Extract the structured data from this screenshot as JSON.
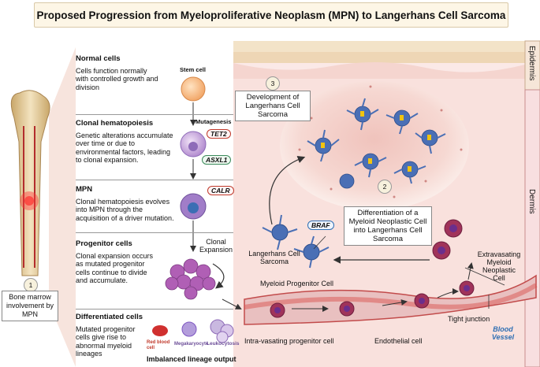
{
  "title": "Proposed Progression from Myeloproliferative Neoplasm (MPN)  to Langerhans Cell Sarcoma",
  "stages": [
    {
      "heading": "Normal cells",
      "text": "Cells function normally with controlled growth and division"
    },
    {
      "heading": "Clonal hematopoiesis",
      "text": "Genetic alterations accumulate over time or due to environmental factors, leading to clonal expansion."
    },
    {
      "heading": "MPN",
      "text": "Clonal hematopoiesis evolves into MPN through the acquisition of a driver mutation."
    },
    {
      "heading": "Progenitor cells",
      "text": "Clonal expansion occurs as mutated progenitor cells continue to divide and accumulate."
    },
    {
      "heading": "Differentiated cells",
      "text": "Mutated progenitor cells give rise to abnormal myeloid lineages"
    }
  ],
  "labels": {
    "stem_cell": "Stem cell",
    "mutagenesis": "Mutagenesis",
    "tet2": "TET2",
    "asxl1": "ASXL1",
    "calr": "CALR",
    "braf": "BRAF",
    "clonal_expansion": "Clonal Expansion",
    "red_blood_cell": "Red blood cell",
    "megakaryocyte": "Megakaryocyte",
    "leukocytosis": "Leukocytosis",
    "imbalanced": "Imbalanced lineage output",
    "epidermis": "Epidermis",
    "dermis": "Dermis",
    "langerhans_sarcoma": "Langerhans Cell Sarcoma",
    "myeloid_progenitor": "Myeloid Progenitor Cell",
    "intravasating": "Intra-vasating progenitor cell",
    "endothelial": "Endothelial cell",
    "tight_junction": "Tight junction",
    "blood_vessel": "Blood Vessel",
    "extravasating": "Extravasating Myeloid Neoplastic Cell"
  },
  "steps": [
    {
      "number": "1",
      "text": "Bone marrow involvement by MPN"
    },
    {
      "number": "2",
      "text": "Differentiation of a Myeloid Neoplastic Cell into Langerhans Cell Sarcoma"
    },
    {
      "number": "3",
      "text": "Development of Langerhans Cell Sarcoma"
    }
  ],
  "colors": {
    "title_bg": "#fdf6e6",
    "skin_pink": "#f6d7d3",
    "tumor": "#e9b9b3",
    "langerhans_blue": "#4a6fb5",
    "vessel_red": "#d9534f",
    "mpn_cell": "#8e6bb8"
  }
}
